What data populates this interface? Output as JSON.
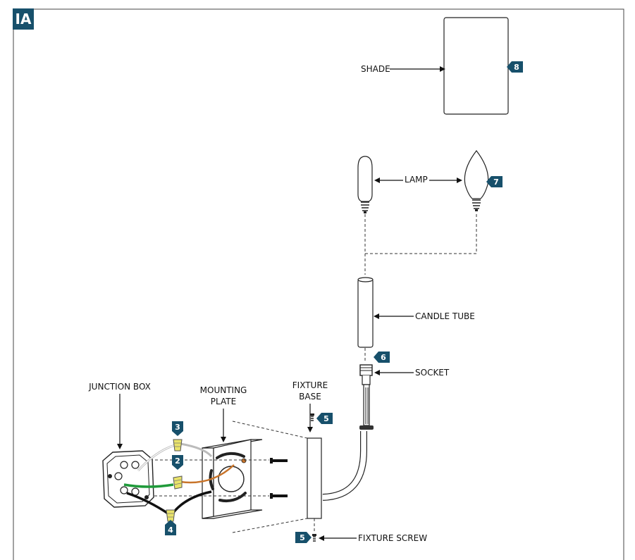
{
  "section_badge": "IA",
  "labels": {
    "shade": "SHADE",
    "lamp": "LAMP",
    "candle_tube": "CANDLE TUBE",
    "socket": "SOCKET",
    "junction_box": "JUNCTION BOX",
    "mounting_plate_line1": "MOUNTING",
    "mounting_plate_line2": "PLATE",
    "fixture_base_line1": "FIXTURE",
    "fixture_base_line2": "BASE",
    "fixture_screw": "FIXTURE SCREW"
  },
  "steps": {
    "shade": "8",
    "lamp": "7",
    "socket": "6",
    "screw_top": "5",
    "screw_bottom": "5",
    "wire_nut_top": "3",
    "wire_nut_mid": "2",
    "wire_nut_bottom": "4"
  },
  "colors": {
    "badge": "#17506b",
    "step_tag": "#17506b",
    "ground_wire": "#1f9a3a",
    "copper_wire": "#c8742a",
    "wire_nut": "#e9e36a",
    "black_wire": "#111111"
  }
}
